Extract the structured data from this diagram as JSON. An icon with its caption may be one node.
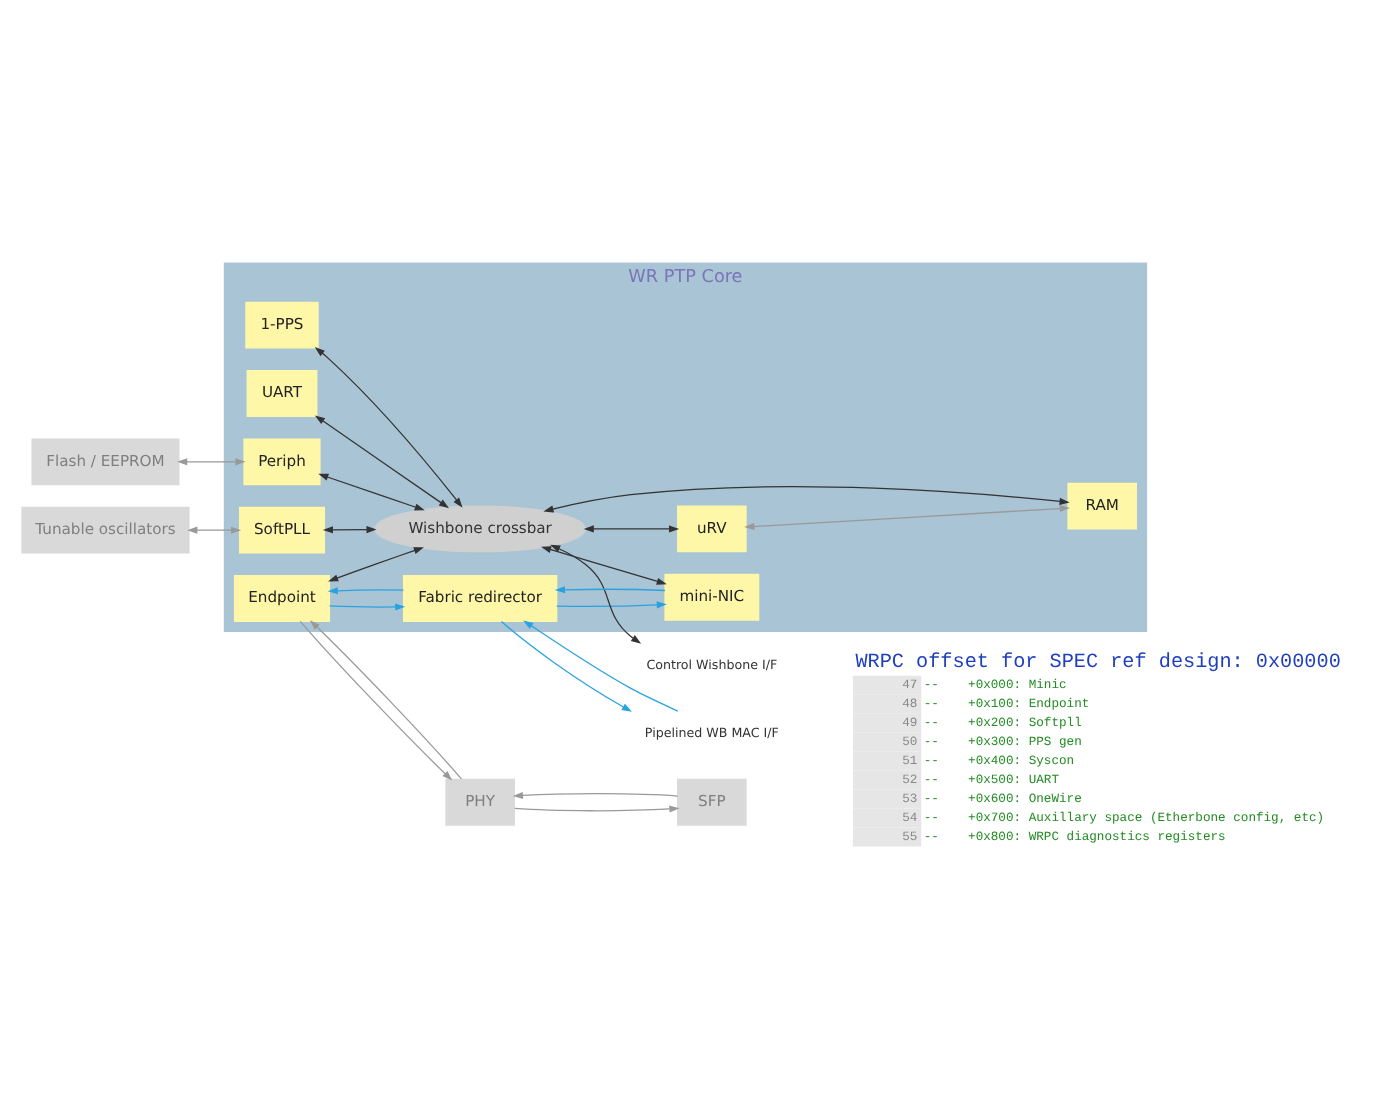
{
  "diagram": {
    "nodes": [
      {
        "text": [
          "WR PTP Core"
        ]
      },
      {
        "text": [
          "SFP"
        ]
      },
      {
        "text": [
          "PHY"
        ]
      },
      {
        "text": [
          "Endpoint"
        ],
        "in": 0
      },
      {
        "text": [
          "Fabric redirector"
        ],
        "in": 0
      },
      {
        "text": [
          "UART"
        ],
        "in": 0
      },
      {
        "text": [
          "Flash / EEPROM"
        ]
      },
      {
        "text": [
          "Periph"
        ],
        "in": 0
      },
      {
        "text": [
          "Wishbone crossbar"
        ],
        "in": 0
      },
      {
        "text": [
          "mini-NIC"
        ],
        "in": 0
      },
      {
        "text": [
          "Tunable oscillators"
        ]
      },
      {
        "text": [
          "SoftPLL"
        ],
        "in": 0
      },
      {
        "text": [
          "RAM"
        ],
        "in": 0
      },
      {
        "text": [
          "1-PPS"
        ],
        "in": 0
      },
      {
        "text": [
          "uRV"
        ],
        "in": 0
      },
      {
        "text": [
          "Pipelined WB MAC I/F"
        ]
      },
      {
        "text": [
          "Control Wishbone I/F"
        ]
      }
    ],
    "edges": [
      {
        "from": 1,
        "to": 2,
        "arrow": "to",
        "color": "#999999"
      },
      {
        "from": 2,
        "to": 1,
        "arrow": "to",
        "color": "#999999"
      },
      {
        "from": 2,
        "to": 3,
        "arrow": "to",
        "color": "#999999"
      },
      {
        "from": 3,
        "to": 2,
        "arrow": "to",
        "color": "#999999"
      },
      {
        "from": 3,
        "to": 4,
        "arrow": "to",
        "color": "#29a3e0"
      },
      {
        "from": 4,
        "to": 3,
        "arrow": "to",
        "color": "#29a3e0"
      },
      {
        "from": 4,
        "to": 15,
        "arrow": "to",
        "color": "#29a3e0"
      },
      {
        "from": 15,
        "to": 4,
        "arrow": "to",
        "color": "#29a3e0"
      },
      {
        "from": 9,
        "to": 4,
        "arrow": "to",
        "color": "#29a3e0"
      },
      {
        "from": 4,
        "to": 9,
        "arrow": "to",
        "color": "#29a3e0"
      },
      {
        "from": 3,
        "to": 8,
        "arrow": "both"
      },
      {
        "from": 5,
        "to": 8,
        "arrow": "both"
      },
      {
        "from": 6,
        "to": 7,
        "arrow": "both",
        "color": "#999999"
      },
      {
        "from": 7,
        "to": 8,
        "arrow": "both"
      },
      {
        "from": 10,
        "to": 11,
        "arrow": "both",
        "color": "#999999"
      },
      {
        "from": 11,
        "to": 8,
        "arrow": "both"
      },
      {
        "from": 13,
        "to": 8,
        "arrow": "both"
      },
      {
        "from": 8,
        "to": 9,
        "arrow": "both"
      },
      {
        "from": 8,
        "to": 12,
        "arrow": "both"
      },
      {
        "from": 8,
        "to": 14,
        "arrow": "both"
      },
      {
        "from": 14,
        "to": 12,
        "arrow": "both",
        "color": "#999999"
      },
      {
        "from": 8,
        "to": 16,
        "arrow": "both"
      }
    ],
    "labels": [
      "WRPC offset for SPEC ref design: 0x00000",
      "47",
      "--",
      "+0x000: Minic",
      "48",
      "--",
      "+0x100: Endpoint",
      "49",
      "--",
      "+0x200: Softpll",
      "50",
      "--",
      "+0x300: PPS gen",
      "51",
      "--",
      "+0x400: Syscon",
      "52",
      "--",
      "+0x500: UART",
      "53",
      "--",
      "+0x600: OneWire",
      "54",
      "--",
      "+0x700: Auxillary space (Etherbone config, etc)",
      "55",
      "--",
      "+0x800: WRPC diagnostics registers"
    ]
  }
}
